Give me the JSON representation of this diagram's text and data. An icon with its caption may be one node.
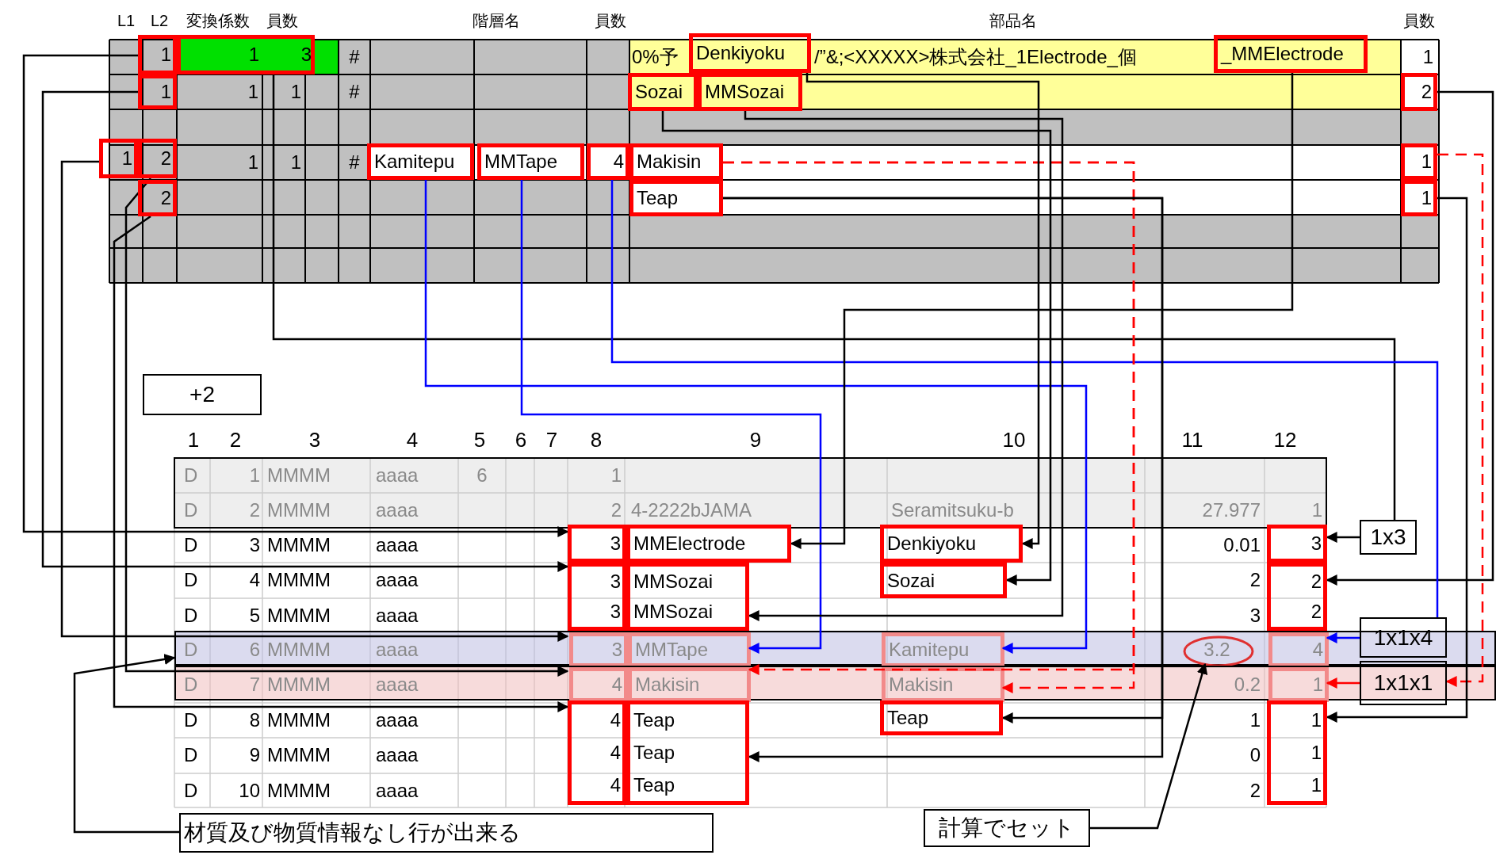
{
  "diagram": {
    "nodes": [
      {
        "text": [
          "1"
        ]
      },
      {
        "text": [
          "1",
          "3"
        ]
      },
      {
        "text": [
          "Denkiyoku"
        ]
      },
      {
        "text": [
          "_MMElectrode"
        ]
      },
      {
        "text": [
          "1"
        ]
      },
      {
        "text": [
          "Sozai"
        ]
      },
      {
        "text": [
          "MMSozai"
        ]
      },
      {
        "text": [
          "2"
        ]
      },
      {
        "text": [
          "1"
        ]
      },
      {
        "text": [
          "2"
        ]
      },
      {
        "text": [
          "Kamitepu"
        ]
      },
      {
        "text": [
          "MMTape"
        ]
      },
      {
        "text": [
          "4"
        ]
      },
      {
        "text": [
          "Makisin"
        ]
      },
      {
        "text": [
          "1"
        ]
      },
      {
        "text": [
          "2"
        ]
      },
      {
        "text": [
          "Teap"
        ]
      },
      {
        "text": [
          "1"
        ]
      },
      {
        "text": [
          "+2"
        ]
      },
      {
        "text": [
          "3"
        ]
      },
      {
        "text": [
          "MMElectrode"
        ]
      },
      {
        "text": [
          "Denkiyoku"
        ]
      },
      {
        "text": [
          "3"
        ]
      },
      {
        "text": [
          "1x3"
        ]
      },
      {
        "text": [
          "3",
          "3"
        ]
      },
      {
        "text": [
          "MMSozai",
          "MMSozai"
        ]
      },
      {
        "text": [
          "Sozai"
        ]
      },
      {
        "text": [
          "2",
          "2"
        ]
      },
      {
        "text": [],
        "shape": "bar"
      },
      {
        "text": [
          "3"
        ],
        "in": 28
      },
      {
        "text": [
          "MMTape"
        ],
        "in": 28
      },
      {
        "text": [
          "Kamitepu"
        ],
        "in": 28
      },
      {
        "text": [
          "3.2"
        ],
        "in": 28
      },
      {
        "text": [
          "4"
        ],
        "in": 28
      },
      {
        "text": [
          "1x1x4"
        ]
      },
      {
        "text": [],
        "shape": "bar"
      },
      {
        "text": [
          "4"
        ],
        "in": 35
      },
      {
        "text": [
          "Makisin"
        ],
        "in": 35
      },
      {
        "text": [
          "Makisin"
        ],
        "in": 35
      },
      {
        "text": [
          "1"
        ],
        "in": 35
      },
      {
        "text": [
          "1x1x1"
        ]
      },
      {
        "text": [
          "4",
          "4",
          "4"
        ]
      },
      {
        "text": [
          "Teap",
          "Teap",
          "Teap"
        ]
      },
      {
        "text": [
          "Teap"
        ]
      },
      {
        "text": [
          "1",
          "1",
          "1"
        ]
      },
      {
        "text": [
          "材質及び物質情報なし行が出来る"
        ]
      },
      {
        "text": [
          "計算でセット"
        ]
      }
    ],
    "edges": [
      {
        "from": 0,
        "to": 19,
        "arrow": "to"
      },
      {
        "from": 4,
        "to": 24,
        "arrow": "to"
      },
      {
        "from": 8,
        "to": 29,
        "arrow": "to"
      },
      {
        "from": 9,
        "to": 36,
        "arrow": "to"
      },
      {
        "from": 15,
        "to": 41,
        "arrow": "to"
      },
      {
        "from": 1,
        "to": 23,
        "arrow": "none"
      },
      {
        "from": 23,
        "to": 22,
        "arrow": "to"
      },
      {
        "from": 7,
        "to": 27,
        "arrow": "to"
      },
      {
        "from": 14,
        "to": 40,
        "arrow": "to",
        "style": "dashed",
        "color": "#ff0000"
      },
      {
        "from": 40,
        "to": 39,
        "arrow": "to",
        "color": "#ff0000"
      },
      {
        "from": 17,
        "to": 44,
        "arrow": "to"
      },
      {
        "from": 12,
        "to": 34,
        "arrow": "none",
        "color": "#0000ff"
      },
      {
        "from": 34,
        "to": 33,
        "arrow": "to",
        "color": "#0000ff"
      },
      {
        "from": 10,
        "to": 31,
        "arrow": "to",
        "color": "#0000ff"
      },
      {
        "from": 11,
        "to": 30,
        "arrow": "to",
        "color": "#0000ff"
      },
      {
        "from": 13,
        "to": 38,
        "arrow": "to",
        "style": "dashed",
        "color": "#ff0000"
      },
      {
        "from": 13,
        "to": 37,
        "arrow": "to",
        "style": "dashed",
        "color": "#ff0000"
      },
      {
        "from": 16,
        "to": 42,
        "arrow": "to"
      },
      {
        "from": 16,
        "to": 43,
        "arrow": "to"
      },
      {
        "from": 2,
        "to": 21,
        "arrow": "to"
      },
      {
        "from": 3,
        "to": 20,
        "arrow": "to"
      },
      {
        "from": 5,
        "to": 26,
        "arrow": "to"
      },
      {
        "from": 6,
        "to": 25,
        "arrow": "to"
      },
      {
        "from": 45,
        "to": 28,
        "arrow": "to"
      },
      {
        "from": 46,
        "to": 32,
        "arrow": "to"
      }
    ],
    "labels": [
      "L1",
      "L2",
      "変換係数",
      "員数",
      "階層名",
      "員数",
      "部品名",
      "員数",
      "#",
      "0%予",
      "/”&;<XXXXX>株式会社_1Electrode_個",
      "1",
      "1",
      "1",
      "#",
      "1",
      "1",
      "#",
      "1",
      "2",
      "3",
      "4",
      "5",
      "6",
      "7",
      "8",
      "9",
      "10",
      "11",
      "12",
      "D",
      "1",
      "MMMM",
      "aaaa",
      "6",
      "1",
      "D",
      "2",
      "MMMM",
      "aaaa",
      "2",
      "4-2222bJAMA",
      "Seramitsuku-b",
      "27.977",
      "1",
      "D",
      "3",
      "MMMM",
      "aaaa",
      "0.01",
      "D",
      "4",
      "MMMM",
      "aaaa",
      "2",
      "D",
      "5",
      "MMMM",
      "aaaa",
      "3",
      "D",
      "6",
      "MMMM",
      "aaaa",
      "D",
      "7",
      "MMMM",
      "aaaa",
      "0.2",
      "D",
      "8",
      "MMMM",
      "aaaa",
      "1",
      "D",
      "9",
      "MMMM",
      "aaaa",
      "0",
      "D",
      "10",
      "MMMM",
      "aaaa",
      "2"
    ]
  }
}
